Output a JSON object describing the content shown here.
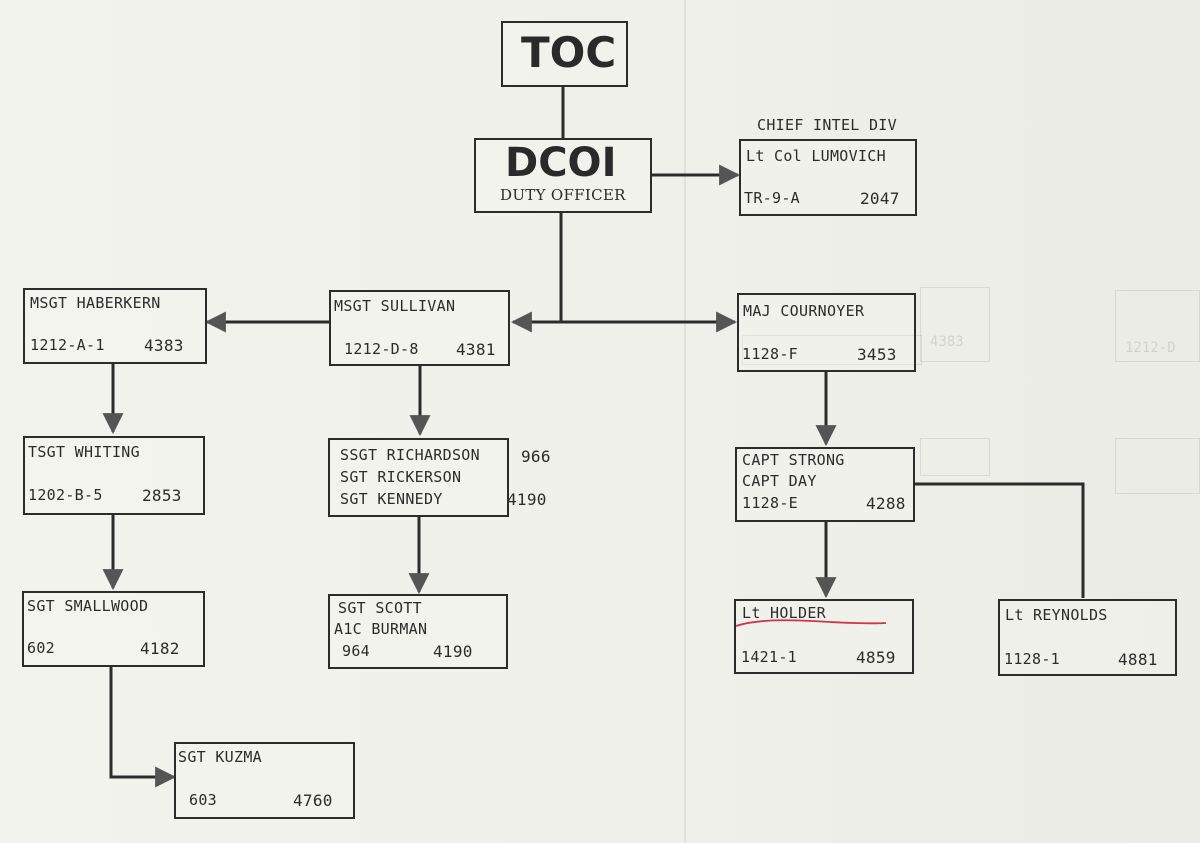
{
  "colors": {
    "ink": "#2c2c2c",
    "paper": "#f1f1ec",
    "annotation": "#d0344d"
  },
  "diagram": {
    "toc": {
      "label": "TOC"
    },
    "dcoi": {
      "label": "DCOI",
      "subtitle": "DUTY OFFICER"
    },
    "chief_intel": {
      "caption": "CHIEF INTEL DIV",
      "name": "Lt Col LUMOVICH",
      "room": "TR-9-A",
      "phone": "2047"
    },
    "haberkern": {
      "name": "MSGT HABERKERN",
      "room": "1212-A-1",
      "phone": "4383"
    },
    "sullivan": {
      "name": "MSGT SULLIVAN",
      "room": "1212-D-8",
      "phone": "4381"
    },
    "cournoyer": {
      "name": "MAJ COURNOYER",
      "room": "1128-F",
      "phone": "3453"
    },
    "whiting": {
      "name": "TSGT WHITING",
      "room": "1202-B-5",
      "phone": "2853"
    },
    "richardson_group": {
      "line1": "SSGT RICHARDSON",
      "line2": "SGT  RICKERSON",
      "line3": "SGT  KENNEDY",
      "phone1": "966",
      "phone3": "4190"
    },
    "strong_day": {
      "line1": "CAPT STRONG",
      "line2": "CAPT DAY",
      "room": "1128-E",
      "phone": "4288"
    },
    "smallwood": {
      "name": "SGT SMALLWOOD",
      "room": "602",
      "phone": "4182"
    },
    "scott_burman": {
      "line1": "SGT SCOTT",
      "line2": "A1C BURMAN",
      "room": "964",
      "phone": "4190"
    },
    "holder": {
      "name": "Lt HOLDER",
      "room": "1421-1",
      "phone": "4859"
    },
    "reynolds": {
      "name": "Lt REYNOLDS",
      "room": "1128-1",
      "phone": "4881"
    },
    "kuzma": {
      "name": "SGT KUZMA",
      "room": "603",
      "phone": "4760"
    }
  }
}
